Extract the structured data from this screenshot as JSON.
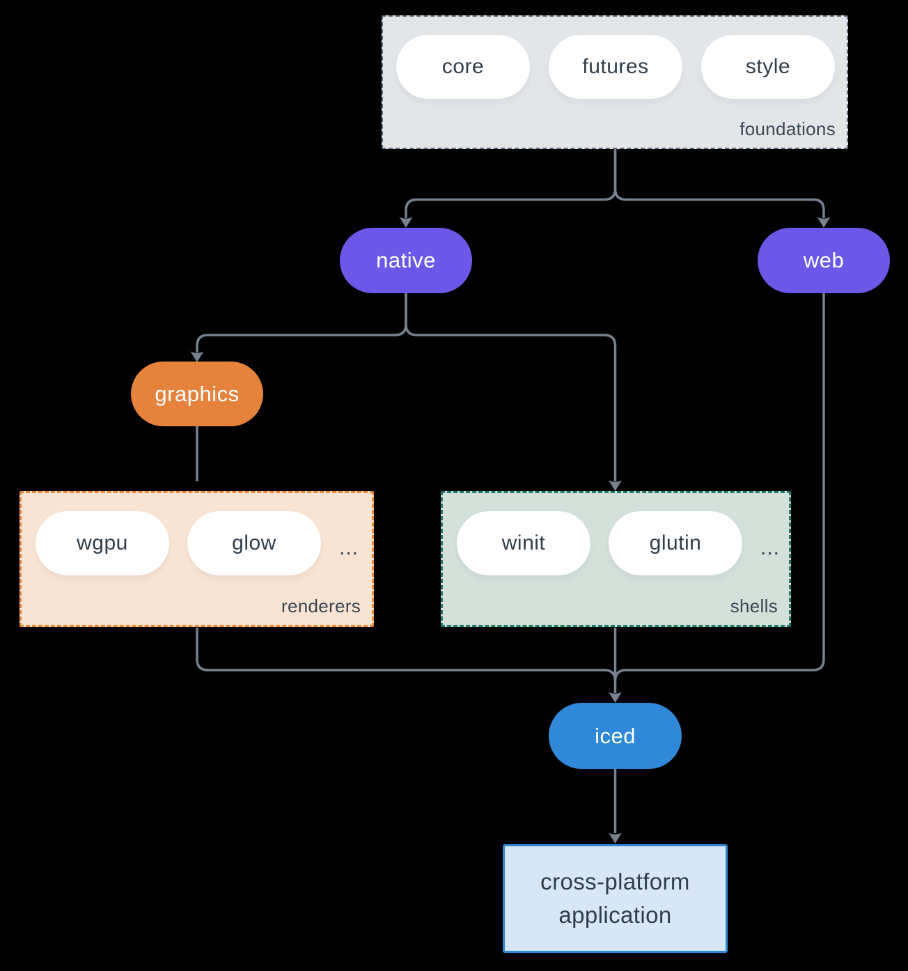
{
  "groups": {
    "foundations": {
      "label": "foundations",
      "items": [
        "core",
        "futures",
        "style"
      ],
      "fill": "#e2e6e9",
      "border": "#5d6b7a"
    },
    "renderers": {
      "label": "renderers",
      "items": [
        "wgpu",
        "glow"
      ],
      "ellipsis": "...",
      "fill": "#f9e3d3",
      "border": "#e8872f"
    },
    "shells": {
      "label": "shells",
      "items": [
        "winit",
        "glutin"
      ],
      "ellipsis": "...",
      "fill": "#d3e1da",
      "border": "#1f7a69"
    }
  },
  "nodes": {
    "native": {
      "label": "native",
      "color": "#6b58e9"
    },
    "web": {
      "label": "web",
      "color": "#6b58e9"
    },
    "graphics": {
      "label": "graphics",
      "color": "#e5823c"
    },
    "iced": {
      "label": "iced",
      "color": "#2f88d8"
    }
  },
  "application": {
    "lines": [
      "cross-platform",
      "application"
    ],
    "fill": "#d8e7f8",
    "border": "#2f88d8"
  },
  "colors": {
    "background": "#000000",
    "connector": "#76828f",
    "pill_text": "#2f3e4c",
    "group_label_text": "#3b4754"
  }
}
